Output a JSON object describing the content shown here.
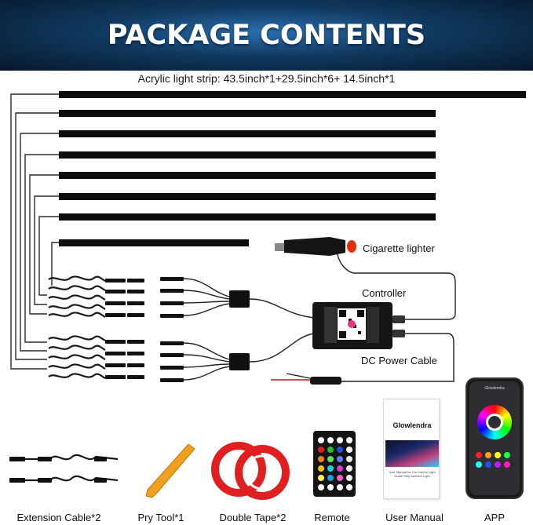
{
  "banner": {
    "title": "PACKAGE CONTENTS"
  },
  "strip_caption": "Acrylic light strip: 43.5inch*1+29.5inch*6+ 14.5inch*1",
  "callouts": {
    "cigarette_lighter": "Cigarette lighter",
    "controller": "Controller",
    "dc_power_cable": "DC Power Cable"
  },
  "items": {
    "extension_cable": "Extension Cable*2",
    "pry_tool": "Pry Tool*1",
    "double_tape": "Double Tape*2",
    "remote": "Remote",
    "user_manual": "User Manual",
    "app": "APP"
  },
  "manual": {
    "brand": "Glowlendra",
    "subtitle": "User Manual for Car Interior Light Guide Strip Ambient Light"
  },
  "phone": {
    "app_name": "Glowlendra"
  },
  "colors": {
    "banner": "#10395f",
    "strip": "#0c0c0c",
    "cable": "#2a2a2a",
    "pry_tool": "#f0a020",
    "tape": "#e02020",
    "lighter_button": "#e03010"
  }
}
